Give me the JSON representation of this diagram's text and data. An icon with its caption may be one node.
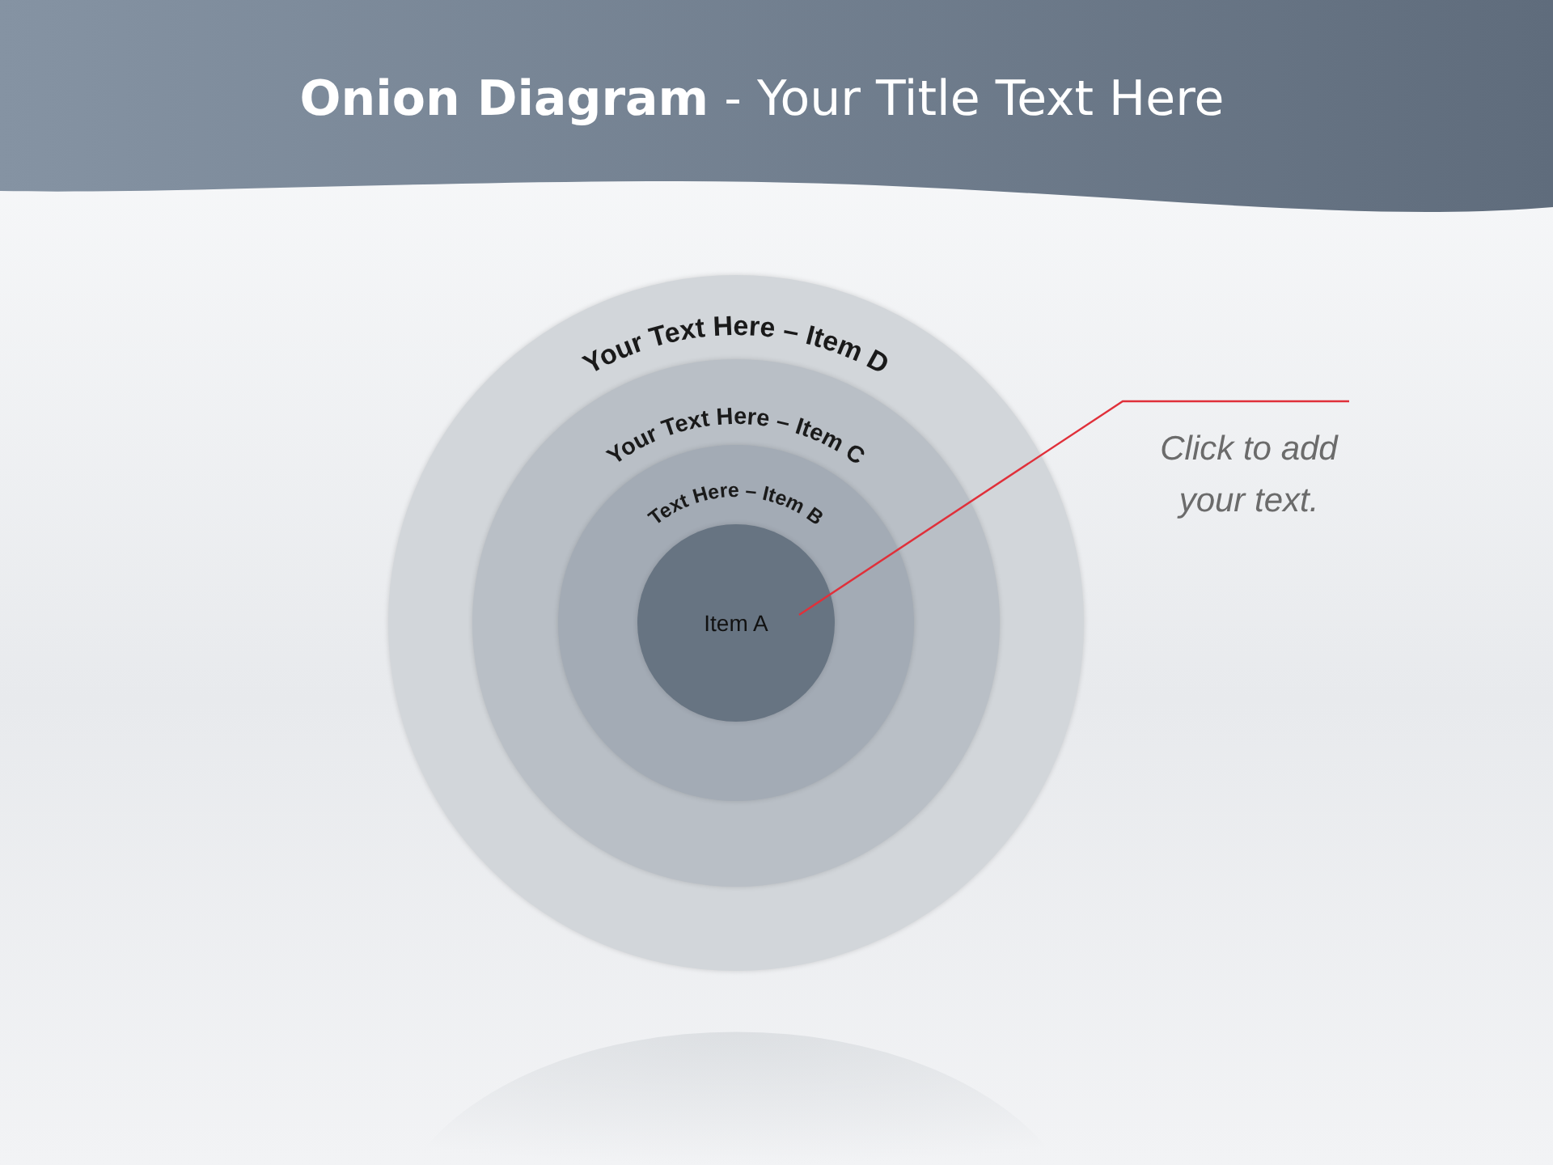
{
  "diagram": {
    "title": "**Onion Diagram** - Your Title Text Here",
    "nodes": [
      {
        "text": [
          "Your Text Here – Item D"
        ]
      },
      {
        "text": [
          "Your Text Here – Item C"
        ],
        "in": 0
      },
      {
        "text": [
          "Text Here – Item B"
        ],
        "in": 1
      },
      {
        "text": [
          "Item A"
        ],
        "in": 2
      },
      {
        "text": [
          "Click to add your text."
        ]
      }
    ],
    "edges": [
      {
        "from": 4,
        "to": 3,
        "arrow": "none",
        "color": "#e0303a"
      }
    ]
  }
}
